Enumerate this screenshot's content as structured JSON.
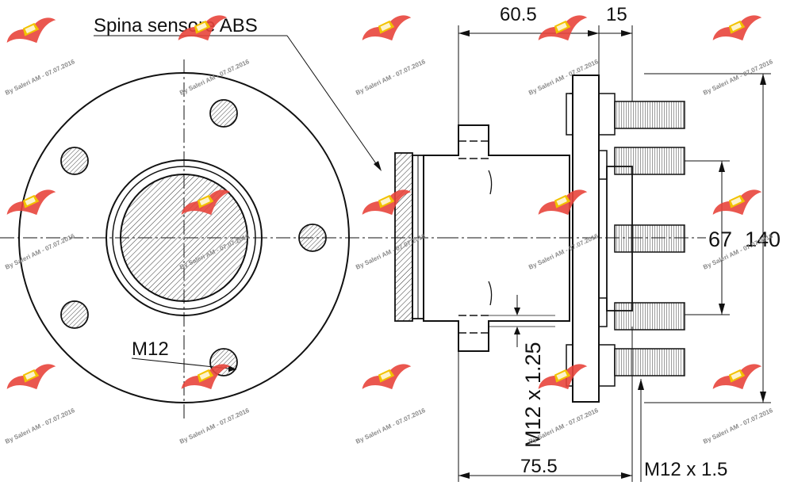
{
  "labels": {
    "sensor_pin": "Spina sensore ABS",
    "stud_thread_front": "M12",
    "dim_flange_to_face": "60.5",
    "dim_flange_thickness": "15",
    "dim_overall_length": "75.5",
    "dim_pcd_inner": "67",
    "dim_pcd_outer": "140",
    "thread_inner": "M12 x 1.25",
    "thread_studs": "M12 x 1.5"
  },
  "watermark": {
    "text": "By Saleri AM - 07.07.2016",
    "logo_color": "#e8453c"
  },
  "colors": {
    "line": "#111111",
    "hatch": "#333333",
    "watermark_red": "#e8453c"
  }
}
